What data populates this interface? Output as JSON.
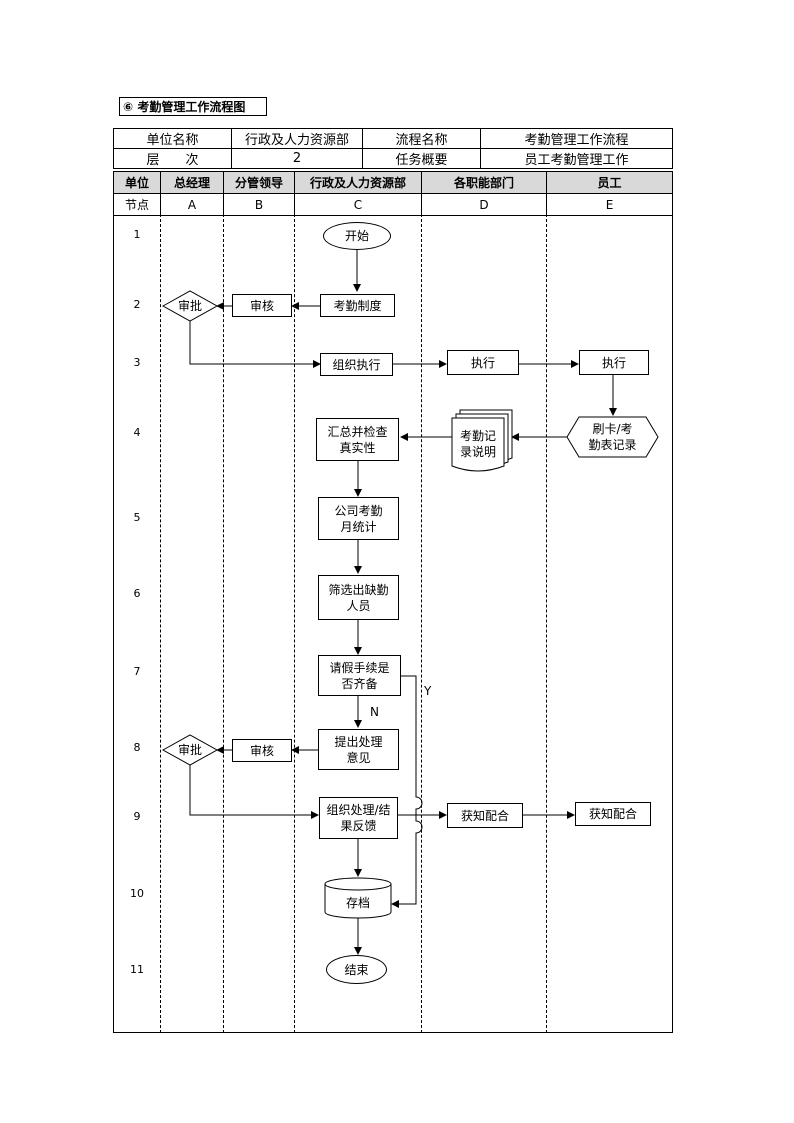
{
  "title": "⑥ 考勤管理工作流程图",
  "info": {
    "unit_label": "单位名称",
    "unit_value": "行政及人力资源部",
    "flow_label": "流程名称",
    "flow_value": "考勤管理工作流程",
    "level_label": "层　　次",
    "level_value": "2",
    "task_label": "任务概要",
    "task_value": "员工考勤管理工作"
  },
  "lanes": {
    "header_label": "单位",
    "node_label": "节点",
    "units": [
      "总经理",
      "分管领导",
      "行政及人力资源部",
      "各职能部门",
      "员工"
    ],
    "letters": [
      "A",
      "B",
      "C",
      "D",
      "E"
    ]
  },
  "rows": [
    "1",
    "2",
    "3",
    "4",
    "5",
    "6",
    "7",
    "8",
    "9",
    "10",
    "11"
  ],
  "nodes": {
    "start": "开始",
    "approve_a2": "审批",
    "review_b2": "审核",
    "policy_c2": "考勤制度",
    "organize_c3": "组织执行",
    "execute_d3": "执行",
    "execute_e3": "执行",
    "summarize_c4": "汇总并检查真实性",
    "attendance_doc_d4": "考勤记录说明",
    "card_record_e4": "刷卡/考勤表记录",
    "monthly_stats_c5": "公司考勤月统计",
    "filter_absent_c6": "筛选出缺勤人员",
    "leave_check_c7": "请假手续是否齐备",
    "propose_c8": "提出处理意见",
    "approve_a8": "审批",
    "review_b8": "审核",
    "handle_feedback_c9": "组织处理/结果反馈",
    "notify_d9": "获知配合",
    "notify_e9": "获知配合",
    "archive_c10": "存档",
    "end": "结束",
    "branch_yes": "Y",
    "branch_no": "N"
  }
}
